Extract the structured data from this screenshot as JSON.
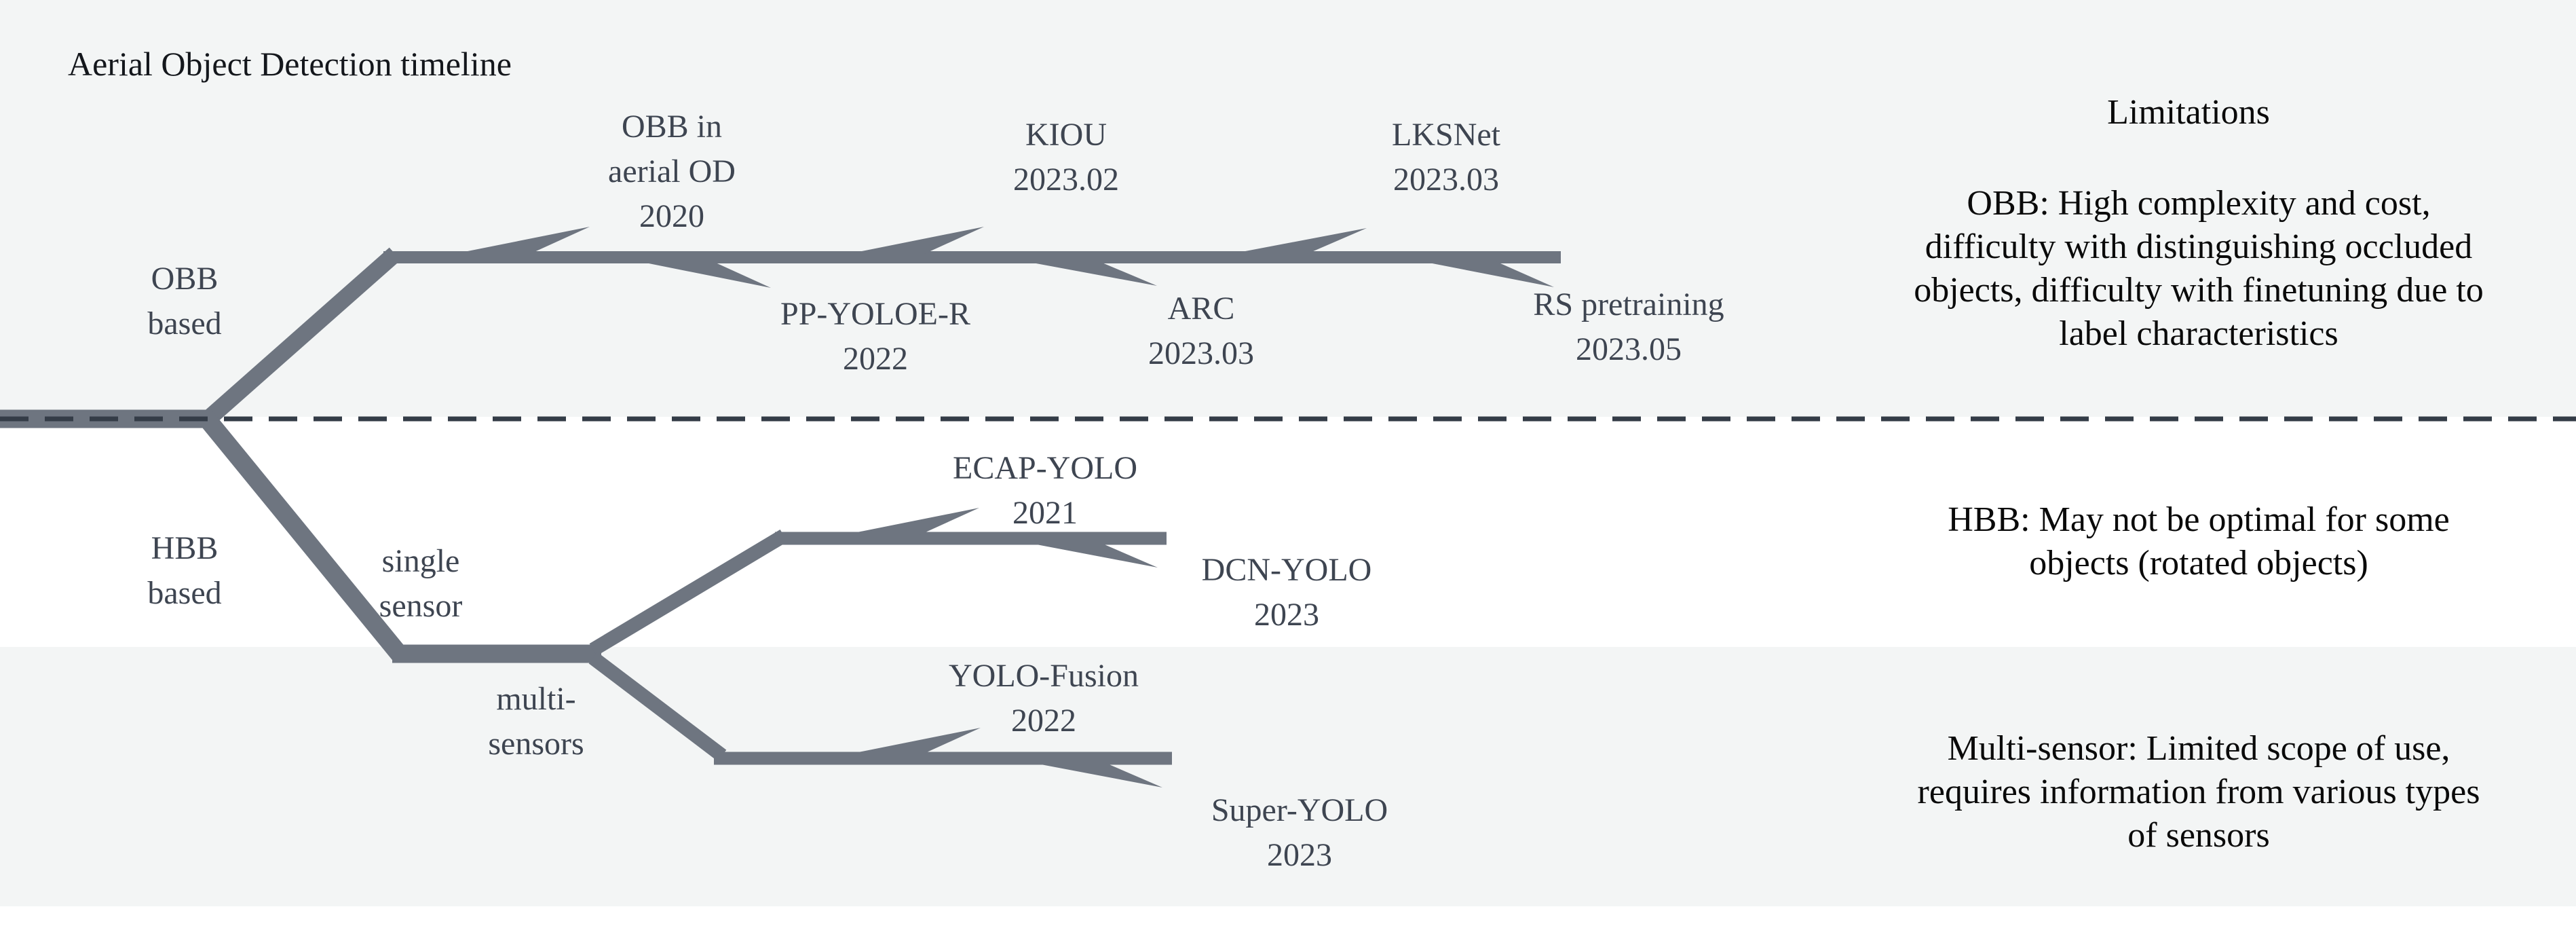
{
  "title": "Aerial Object Detection timeline",
  "colors": {
    "branch_gray": "#6e7580",
    "band_gray": "#f3f5f5",
    "band_white": "#ffffff",
    "dashed_divider": "#343c47",
    "node_text": "#3e4551",
    "limit_text": "#0a0a0a"
  },
  "tree": {
    "branch_labels": {
      "obb_based": {
        "l1": "OBB",
        "l2": "based"
      },
      "hbb_based": {
        "l1": "HBB",
        "l2": "based"
      },
      "single_sensor": {
        "l1": "single",
        "l2": "sensor"
      },
      "multi_sensors": {
        "l1": "multi-",
        "l2": "sensors"
      }
    },
    "nodes": {
      "obb_in_aerial": {
        "l1": "OBB in",
        "l2": "aerial OD",
        "l3": "2020"
      },
      "kiou": {
        "l1": "KIOU",
        "l2": "2023.02"
      },
      "lksnet": {
        "l1": "LKSNet",
        "l2": "2023.03"
      },
      "pp_yoloe_r": {
        "l1": "PP-YOLOE-R",
        "l2": "2022"
      },
      "arc": {
        "l1": "ARC",
        "l2": "2023.03"
      },
      "rs_pretraining": {
        "l1": "RS pretraining",
        "l2": "2023.05"
      },
      "ecap_yolo": {
        "l1": "ECAP-YOLO",
        "l2": "2021"
      },
      "dcn_yolo": {
        "l1": "DCN-YOLO",
        "l2": "2023"
      },
      "yolo_fusion": {
        "l1": "YOLO-Fusion",
        "l2": "2022"
      },
      "super_yolo": {
        "l1": "Super-YOLO",
        "l2": "2023"
      }
    }
  },
  "limitations": {
    "header": "Limitations",
    "obb": {
      "l1": "OBB: High complexity and cost,",
      "l2": "difficulty with distinguishing occluded",
      "l3": "objects, difficulty with finetuning due to",
      "l4": "label characteristics"
    },
    "hbb": {
      "l1": "HBB: May not be optimal for some",
      "l2": "objects (rotated objects)"
    },
    "multi": {
      "l1": "Multi-sensor: Limited scope of use,",
      "l2": "requires information from various types",
      "l3": "of sensors"
    }
  }
}
